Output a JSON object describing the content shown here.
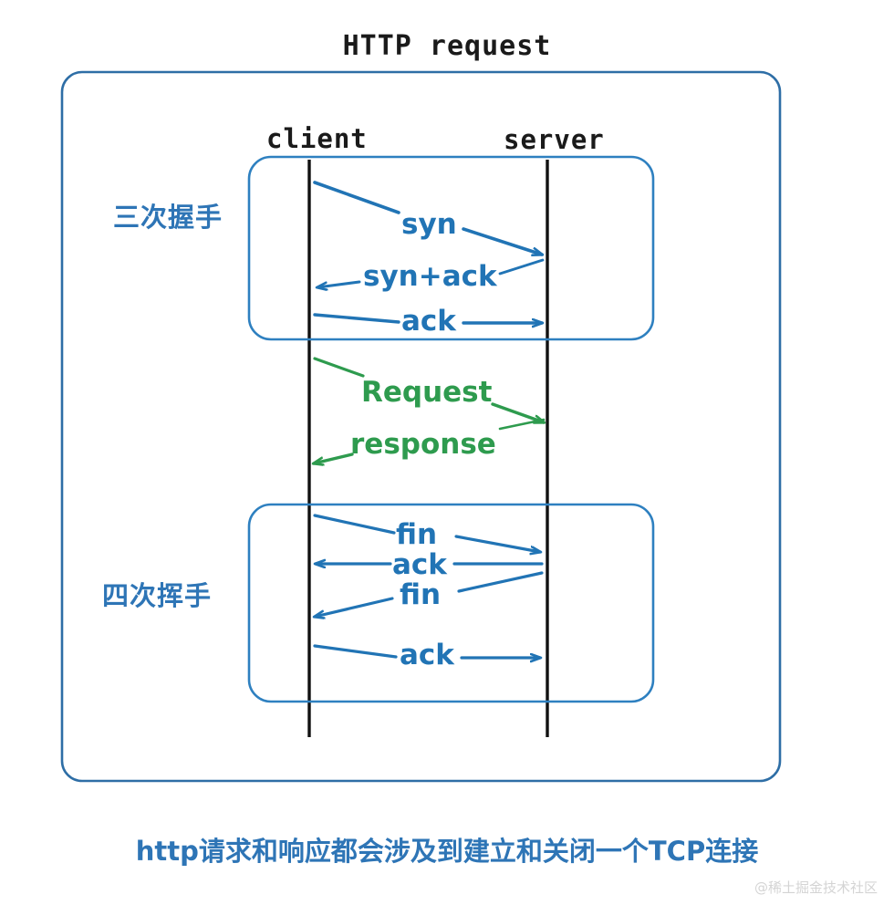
{
  "diagram": {
    "title": "HTTP request",
    "actors": {
      "client": "client",
      "server": "server"
    },
    "phases": [
      {
        "id": "handshake",
        "label": "三次握手"
      },
      {
        "id": "wave",
        "label": "四次挥手"
      }
    ],
    "messages": {
      "syn": "syn",
      "syn_ack": "syn+ack",
      "ack1": "ack",
      "request": "Request",
      "response": "response",
      "fin1": "fin",
      "ack2": "ack",
      "fin2": "fin",
      "ack3": "ack"
    },
    "caption": "http请求和响应都会涉及到建立和关闭一个TCP连接",
    "watermark": "@稀土掘金技术社区",
    "colors": {
      "blue": "#2e75b6",
      "blue_dark": "#1f5c96",
      "green": "#2e9b4e",
      "lifeline": "#111111",
      "title": "#1a1a1a",
      "background": "#ffffff",
      "watermark": "#d4d4d4"
    }
  }
}
